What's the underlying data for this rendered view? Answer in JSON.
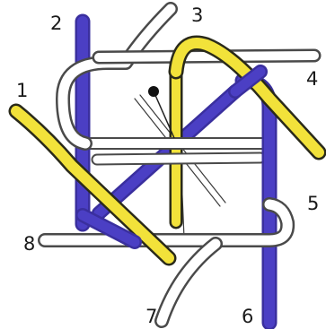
{
  "labels": {
    "n1": "1",
    "n2": "2",
    "n3": "3",
    "n4": "4",
    "n5": "5",
    "n6": "6",
    "n7": "7",
    "n8": "8"
  },
  "colors": {
    "blue": "#4b3fc4",
    "yellow": "#f2e23a",
    "white": "#ffffff",
    "outline": "#3a3a3a"
  }
}
